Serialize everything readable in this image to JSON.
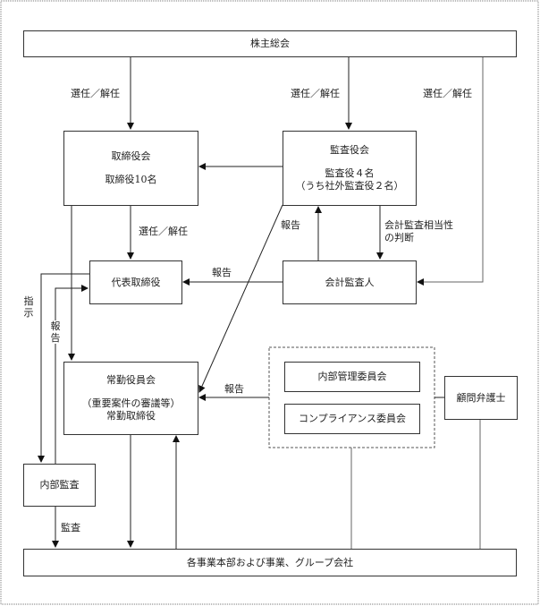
{
  "nodes": {
    "shareholders": "株主総会",
    "board": {
      "title": "取締役会",
      "detail": "取締役10名"
    },
    "auditors": {
      "title": "監査役会",
      "detail1": "監査役４名",
      "detail2": "（うち社外監査役２名）"
    },
    "representative": "代表取締役",
    "accounting_auditor": "会計監査人",
    "executive_committee": {
      "title": "常勤役員会",
      "detail1": "（重要案件の審議等）",
      "detail2": "常勤取締役"
    },
    "internal_control_committee": "内部管理委員会",
    "compliance_committee": "コンプライアンス委員会",
    "legal_counsel": "顧問弁護士",
    "internal_audit": "内部監査",
    "business_units": "各事業本部および事業、グループ会社"
  },
  "edge_labels": {
    "elect_dismiss_board": "選任／解任",
    "elect_dismiss_auditors": "選任／解任",
    "elect_dismiss_accounting": "選任／解任",
    "elect_dismiss_representative": "選任／解任",
    "report_auditor_to_kansayaku": "報告",
    "accounting_suitability": "会計監査相当性",
    "accounting_suitability_2": "の判断",
    "report_to_representative": "報告",
    "instruction": "指示",
    "report_internal": "報告",
    "report_committees": "報告",
    "audit": "監査"
  }
}
